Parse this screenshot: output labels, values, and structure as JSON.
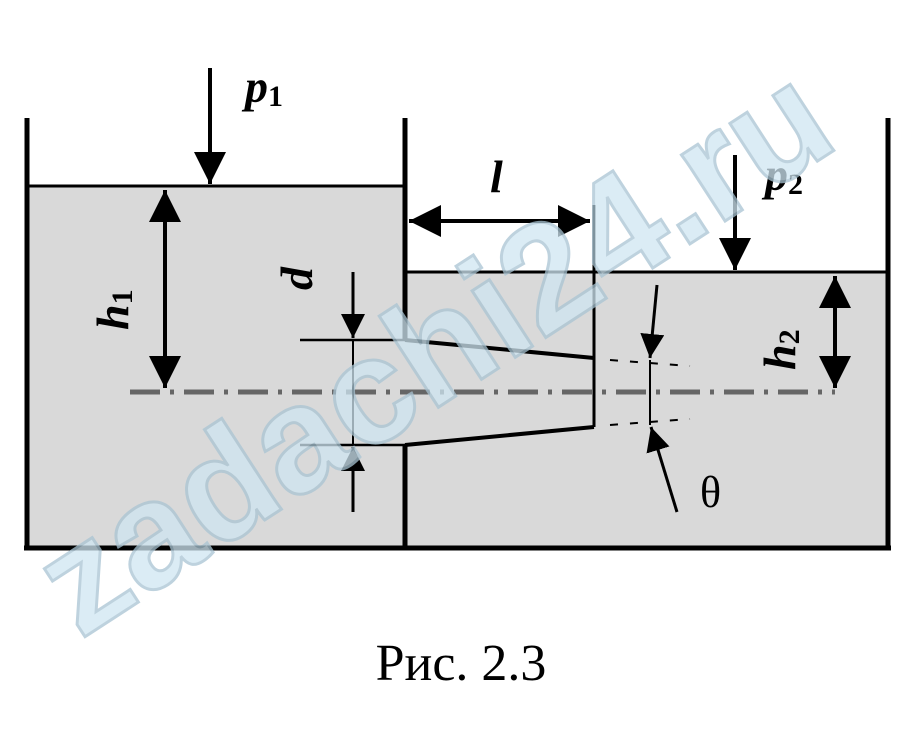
{
  "labels": {
    "p1": "p",
    "p1_sub": "1",
    "p2": "p",
    "p2_sub": "2",
    "h1": "h",
    "h1_sub": "1",
    "h2": "h",
    "h2_sub": "2",
    "l": "l",
    "d": "d",
    "theta": "θ"
  },
  "caption": "Рис. 2.3",
  "watermark": "zadachi24.ru",
  "colors": {
    "water": "#d9d9d9",
    "line": "#000000",
    "centerline": "#666666"
  }
}
